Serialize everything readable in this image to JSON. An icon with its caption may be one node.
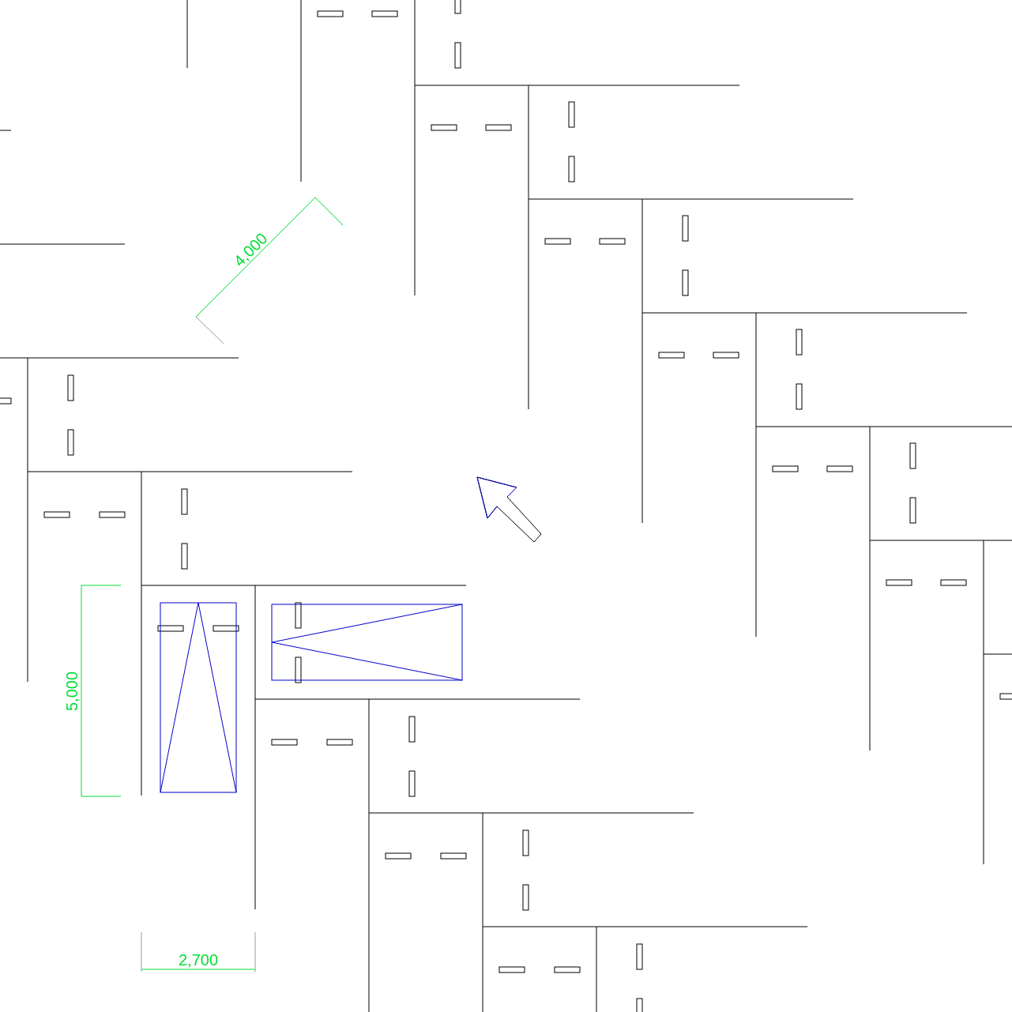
{
  "diagram": {
    "labels": [
      "4,000",
      "5,000",
      "2,700"
    ]
  }
}
